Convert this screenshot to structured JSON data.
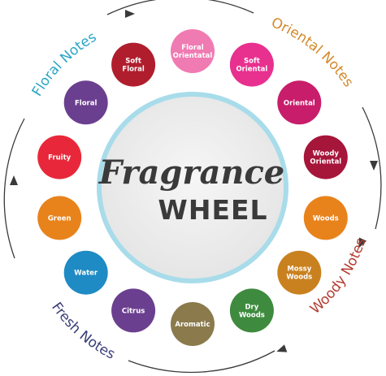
{
  "title": {
    "line1": "Fragrance",
    "line2": "WHEEL"
  },
  "families": [
    {
      "label": "Floral Notes",
      "color": "#2aa6c4"
    },
    {
      "label": "Oriental Notes",
      "color": "#d4892c"
    },
    {
      "label": "Woody Notes",
      "color": "#b33a2e"
    },
    {
      "label": "Fresh Notes",
      "color": "#3a3f7a"
    }
  ],
  "notes": [
    {
      "lines": [
        "Floral",
        "Orientatal"
      ],
      "color": "#f07ab2"
    },
    {
      "lines": [
        "Soft",
        "Oriental"
      ],
      "color": "#e8308f"
    },
    {
      "lines": [
        "Oriental"
      ],
      "color": "#c81d6b"
    },
    {
      "lines": [
        "Woody",
        "Oriental"
      ],
      "color": "#a6153a"
    },
    {
      "lines": [
        "Woods"
      ],
      "color": "#e8831c"
    },
    {
      "lines": [
        "Mossy",
        "Woods"
      ],
      "color": "#c9811f"
    },
    {
      "lines": [
        "Dry",
        "Woods"
      ],
      "color": "#3e8a3e"
    },
    {
      "lines": [
        "Aromatic"
      ],
      "color": "#8a7a4c"
    },
    {
      "lines": [
        "Citrus"
      ],
      "color": "#6b3f8f"
    },
    {
      "lines": [
        "Water"
      ],
      "color": "#1f8bc4"
    },
    {
      "lines": [
        "Green"
      ],
      "color": "#e8831c"
    },
    {
      "lines": [
        "Fruity"
      ],
      "color": "#e8283a"
    },
    {
      "lines": [
        "Floral"
      ],
      "color": "#6b3f8f"
    },
    {
      "lines": [
        "Soft",
        "Floral"
      ],
      "color": "#b01e2e"
    }
  ],
  "colors": {
    "hub_ring": "#a8dcea",
    "hub_fill": "#eeeeee",
    "arc": "#3a3a3a"
  }
}
